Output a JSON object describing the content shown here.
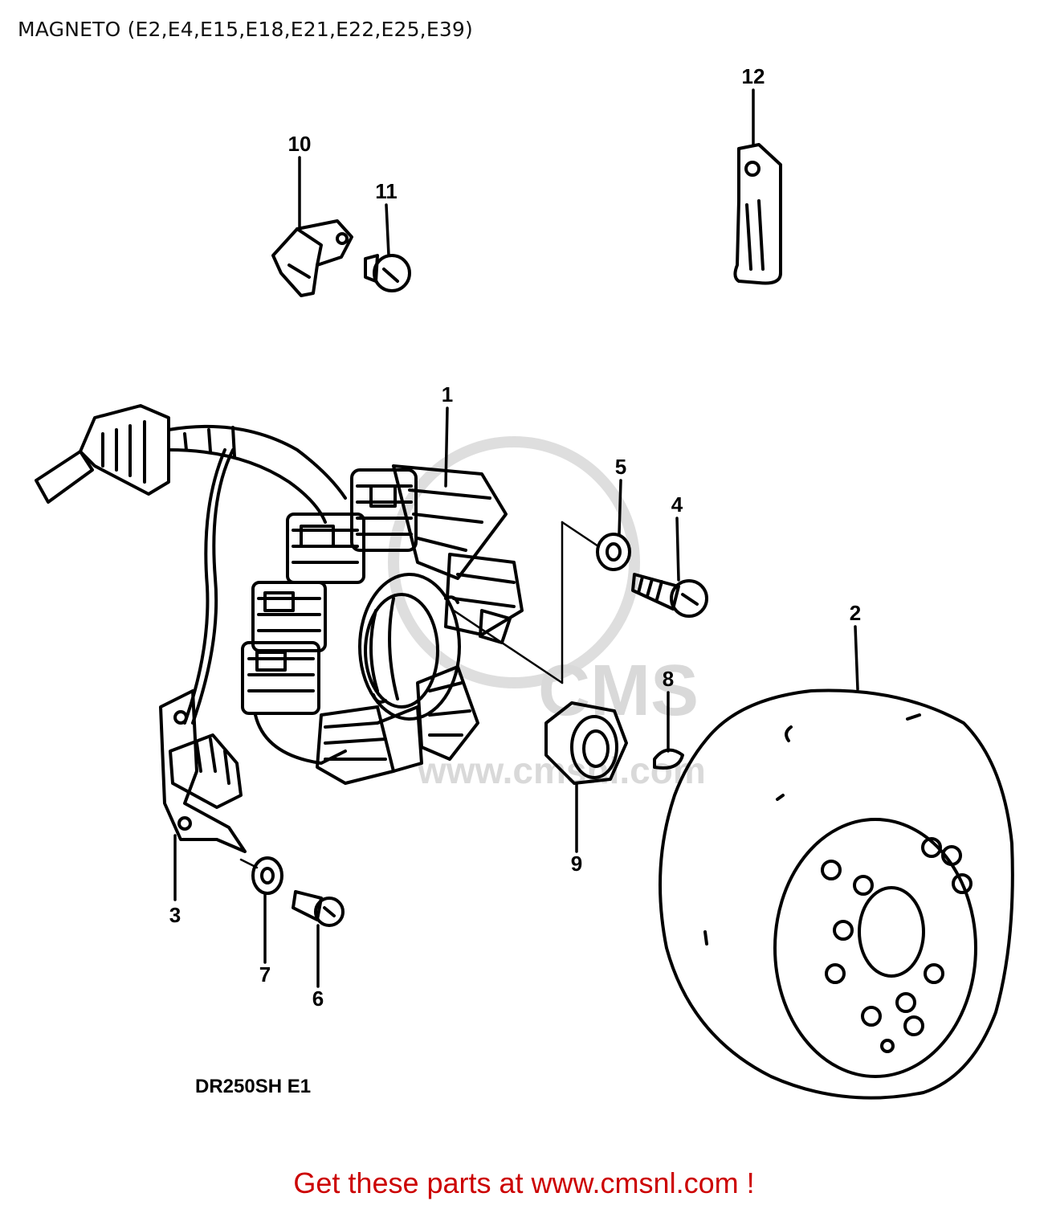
{
  "page": {
    "title": "MAGNETO (E2,E4,E15,E18,E21,E22,E25,E39)",
    "model_code": "DR250SH E1",
    "footer": "Get these parts at www.cmsnl.com !"
  },
  "watermark": {
    "brand": "CMS",
    "url": "www.cmsnl.com"
  },
  "callouts": [
    "1",
    "2",
    "3",
    "4",
    "5",
    "6",
    "7",
    "8",
    "9",
    "10",
    "11",
    "12"
  ],
  "colors": {
    "line": "#000000",
    "footer": "#cc0000",
    "watermark": "#d9d9d9"
  }
}
